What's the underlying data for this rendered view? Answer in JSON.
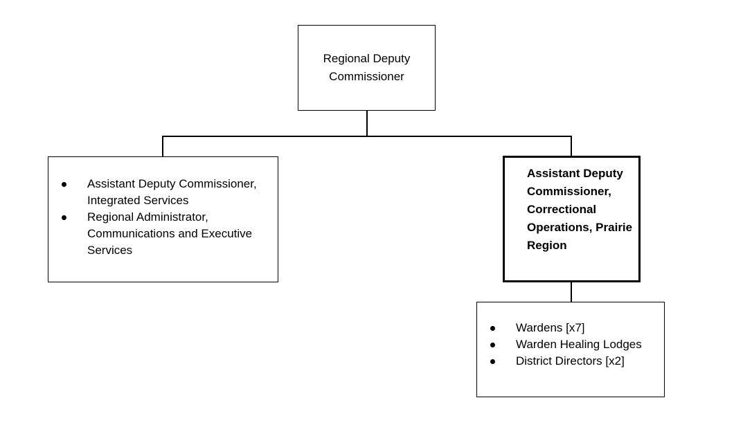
{
  "org_chart": {
    "root": {
      "label": "Regional Deputy Commissioner"
    },
    "left_node": {
      "items": [
        "Assistant Deputy Commissioner, Integrated Services",
        "Regional Administrator, Communications and Executive Services"
      ]
    },
    "right_node": {
      "label": "Assistant Deputy Commissioner, Correctional Operations, Prairie Region"
    },
    "sub_node": {
      "items": [
        "Wardens [x7]",
        "Warden Healing Lodges",
        "District Directors [x2]"
      ]
    }
  },
  "colors": {
    "line": "#000000",
    "box_border": "#000000",
    "background": "#ffffff"
  }
}
